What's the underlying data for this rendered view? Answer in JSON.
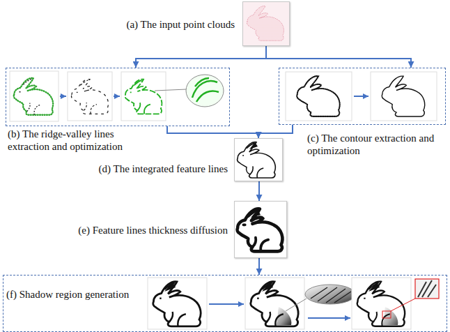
{
  "diagram": {
    "nodes": [
      {
        "text": [
          "(a) The input point clouds"
        ]
      },
      {
        "text": [
          "(b) The ridge-valley lines extraction and optimization"
        ]
      },
      {
        "text": [
          "(c) The contour extraction and optimization"
        ]
      },
      {
        "text": [
          "(d) The integrated feature lines"
        ]
      },
      {
        "text": [
          "(e) Feature lines thickness diffusion"
        ]
      },
      {
        "text": [
          "(f) Shadow region generation"
        ]
      }
    ],
    "edges": [
      {
        "from": 0,
        "to": 1,
        "arrow": "to"
      },
      {
        "from": 0,
        "to": 2,
        "arrow": "to"
      },
      {
        "from": 1,
        "to": 3,
        "arrow": "to"
      },
      {
        "from": 2,
        "to": 3,
        "arrow": "to"
      },
      {
        "from": 3,
        "to": 4,
        "arrow": "to"
      },
      {
        "from": 4,
        "to": 5,
        "arrow": "to"
      }
    ]
  }
}
